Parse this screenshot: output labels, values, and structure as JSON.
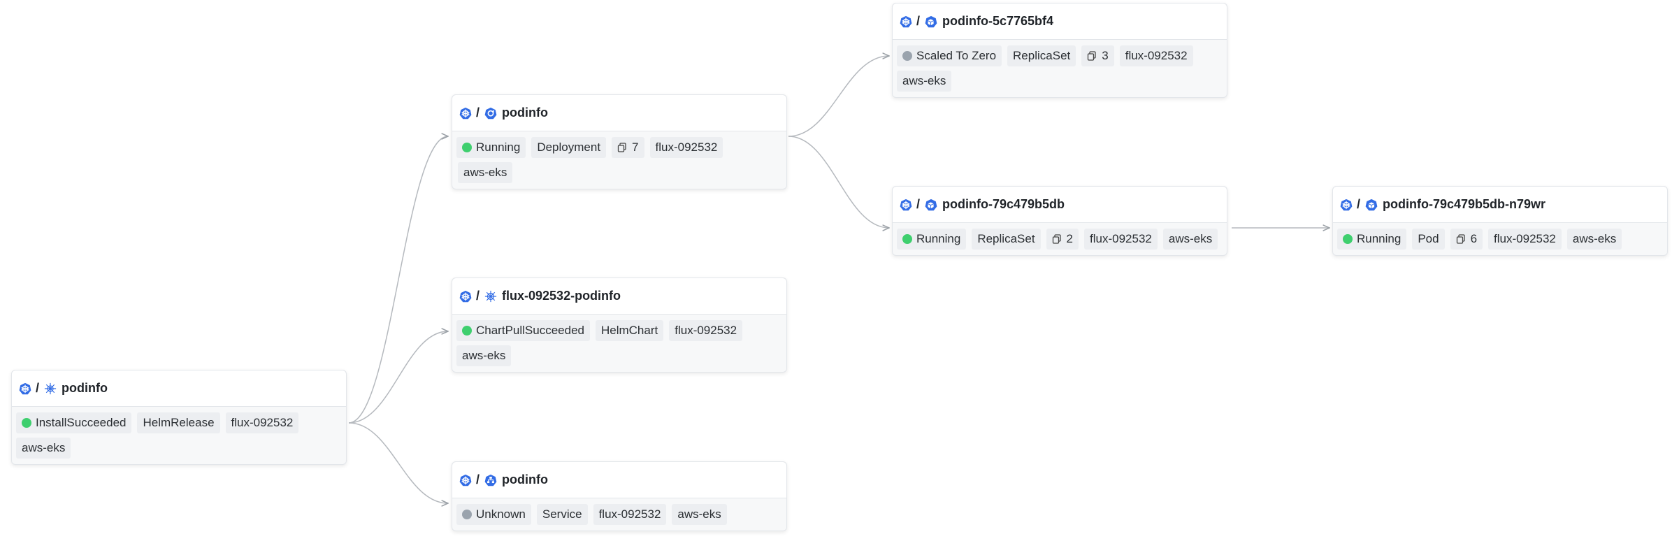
{
  "colors": {
    "k8s_blue": "#326ce5",
    "status_green": "#3ecf6e",
    "status_gray": "#9aa3ad",
    "edge": "#b5b9be"
  },
  "nodes": {
    "helmrelease": {
      "name": "podinfo",
      "kind_icon": "helm-release-icon",
      "status": "InstallSucceeded",
      "status_color": "green",
      "kind": "HelmRelease",
      "count": null,
      "namespace": "flux-092532",
      "cluster": "aws-eks"
    },
    "deployment": {
      "name": "podinfo",
      "kind_icon": "deployment-icon",
      "status": "Running",
      "status_color": "green",
      "kind": "Deployment",
      "count": "7",
      "namespace": "flux-092532",
      "cluster": "aws-eks"
    },
    "helmchart": {
      "name": "flux-092532-podinfo",
      "kind_icon": "helm-chart-icon",
      "status": "ChartPullSucceeded",
      "status_color": "green",
      "kind": "HelmChart",
      "count": null,
      "namespace": "flux-092532",
      "cluster": "aws-eks"
    },
    "service": {
      "name": "podinfo",
      "kind_icon": "service-icon",
      "status": "Unknown",
      "status_color": "gray",
      "kind": "Service",
      "count": null,
      "namespace": "flux-092532",
      "cluster": "aws-eks"
    },
    "replicaset_a": {
      "name": "podinfo-5c7765bf4",
      "kind_icon": "replicaset-icon",
      "status": "Scaled To Zero",
      "status_color": "gray",
      "kind": "ReplicaSet",
      "count": "3",
      "namespace": "flux-092532",
      "cluster": "aws-eks"
    },
    "replicaset_b": {
      "name": "podinfo-79c479b5db",
      "kind_icon": "replicaset-icon",
      "status": "Running",
      "status_color": "green",
      "kind": "ReplicaSet",
      "count": "2",
      "namespace": "flux-092532",
      "cluster": "aws-eks"
    },
    "pod": {
      "name": "podinfo-79c479b5db-n79wr",
      "kind_icon": "pod-icon",
      "status": "Running",
      "status_color": "green",
      "kind": "Pod",
      "count": "6",
      "namespace": "flux-092532",
      "cluster": "aws-eks"
    }
  },
  "header_separator": "/",
  "edges": [
    [
      "helmrelease",
      "deployment"
    ],
    [
      "helmrelease",
      "helmchart"
    ],
    [
      "helmrelease",
      "service"
    ],
    [
      "deployment",
      "replicaset_a"
    ],
    [
      "deployment",
      "replicaset_b"
    ],
    [
      "replicaset_b",
      "pod"
    ]
  ]
}
